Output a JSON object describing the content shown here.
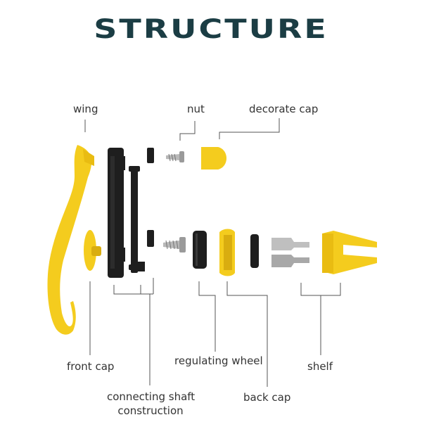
{
  "title": "STRUCTURE",
  "labels": {
    "wing": "wing",
    "nut": "nut",
    "decorate_cap": "decorate cap",
    "front_cap": "front cap",
    "connecting_shaft_line1": "connecting shaft",
    "connecting_shaft_line2": "construction",
    "regulating_wheel": "regulating wheel",
    "back_cap": "back cap",
    "shelf": "shelf"
  },
  "colors": {
    "title": "#1b3d44",
    "yellow": "#f4cc1e",
    "yellow_dark": "#d9ad10",
    "black": "#1e1e1e",
    "metal": "#b9b9b9",
    "leader": "#555555"
  }
}
